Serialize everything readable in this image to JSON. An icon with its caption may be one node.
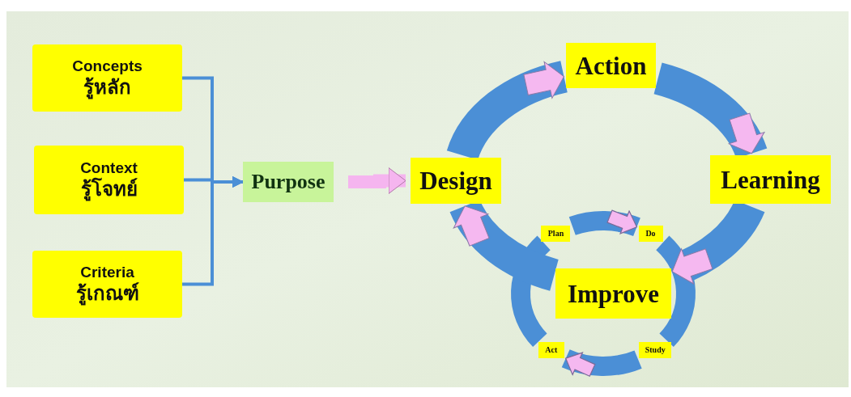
{
  "diagram": {
    "nodes": [
      {
        "text": [
          "Concepts",
          "รู้หลัก"
        ]
      },
      {
        "text": [
          "Context",
          "รู้โจทย์"
        ]
      },
      {
        "text": [
          "Criteria",
          "รู้เกณฑ์"
        ]
      },
      {
        "text": [
          "Purpose"
        ]
      },
      {
        "text": [
          "Design"
        ]
      },
      {
        "text": [
          "Action"
        ]
      },
      {
        "text": [
          "Learning"
        ]
      },
      {
        "text": [
          "Improve"
        ]
      },
      {
        "text": [
          "Plan"
        ]
      },
      {
        "text": [
          "Do"
        ]
      },
      {
        "text": [
          "Study"
        ]
      },
      {
        "text": [
          "Act"
        ]
      }
    ],
    "edges": [
      {
        "from": 0,
        "to": 3,
        "arrow": "to"
      },
      {
        "from": 1,
        "to": 3,
        "arrow": "to"
      },
      {
        "from": 2,
        "to": 3,
        "arrow": "to"
      },
      {
        "from": 3,
        "to": 4,
        "arrow": "to",
        "color": "#f5b5ef"
      },
      {
        "from": 4,
        "to": 5,
        "arrow": "to"
      },
      {
        "from": 5,
        "to": 6,
        "arrow": "to"
      },
      {
        "from": 6,
        "to": 7,
        "arrow": "to"
      },
      {
        "from": 7,
        "to": 4,
        "arrow": "to"
      },
      {
        "from": 8,
        "to": 9,
        "arrow": "to"
      },
      {
        "from": 9,
        "to": 10,
        "arrow": "none"
      },
      {
        "from": 10,
        "to": 11,
        "arrow": "to"
      },
      {
        "from": 11,
        "to": 8,
        "arrow": "none"
      }
    ]
  }
}
